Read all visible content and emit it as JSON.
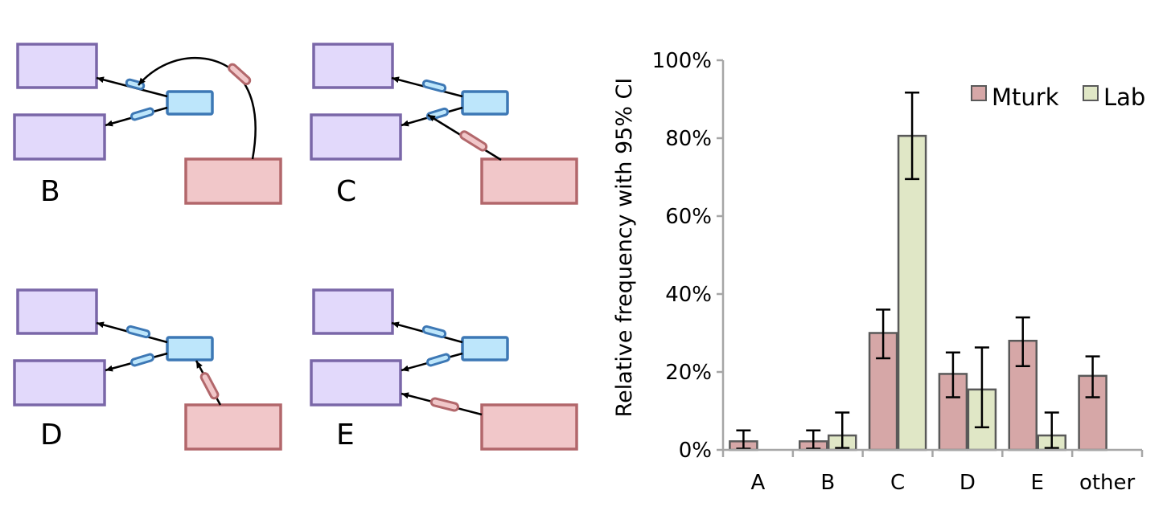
{
  "diagrams": [
    {
      "label": "B",
      "variant": "curved-to-upper-dash"
    },
    {
      "label": "C",
      "variant": "to-lower-dash"
    },
    {
      "label": "D",
      "variant": "to-blue-box"
    },
    {
      "label": "E",
      "variant": "to-lower-purple-box"
    }
  ],
  "colors": {
    "mturk_fill": "#d6a7a7",
    "lab_fill": "#e0e7c6",
    "bar_stroke": "#595959",
    "purple_box": "#e2d9fb",
    "red_box": "#f1c7c9",
    "blue_box": "#bde6fb"
  },
  "chart_data": {
    "type": "bar",
    "title": "",
    "xlabel": "",
    "ylabel": "Relative frequency with 95% CI",
    "ylim": [
      0,
      100
    ],
    "ytick_labels": [
      "0%",
      "20%",
      "40%",
      "60%",
      "80%",
      "100%"
    ],
    "categories": [
      "A",
      "B",
      "C",
      "D",
      "E",
      "other"
    ],
    "legend_position": "top-right",
    "grid": false,
    "series": [
      {
        "name": "Mturk",
        "values": [
          2.2,
          2.2,
          30,
          19.5,
          28,
          19
        ],
        "ci_low": [
          0.3,
          0.3,
          23.5,
          13.5,
          21.5,
          13.5
        ],
        "ci_high": [
          5,
          5,
          36,
          25,
          34,
          24
        ]
      },
      {
        "name": "Lab",
        "values": [
          null,
          3.7,
          80.6,
          15.5,
          3.7,
          null
        ],
        "ci_low": [
          null,
          0.5,
          69.5,
          5.8,
          0.5,
          null
        ],
        "ci_high": [
          null,
          9.6,
          91.7,
          26.3,
          9.6,
          null
        ]
      }
    ]
  }
}
